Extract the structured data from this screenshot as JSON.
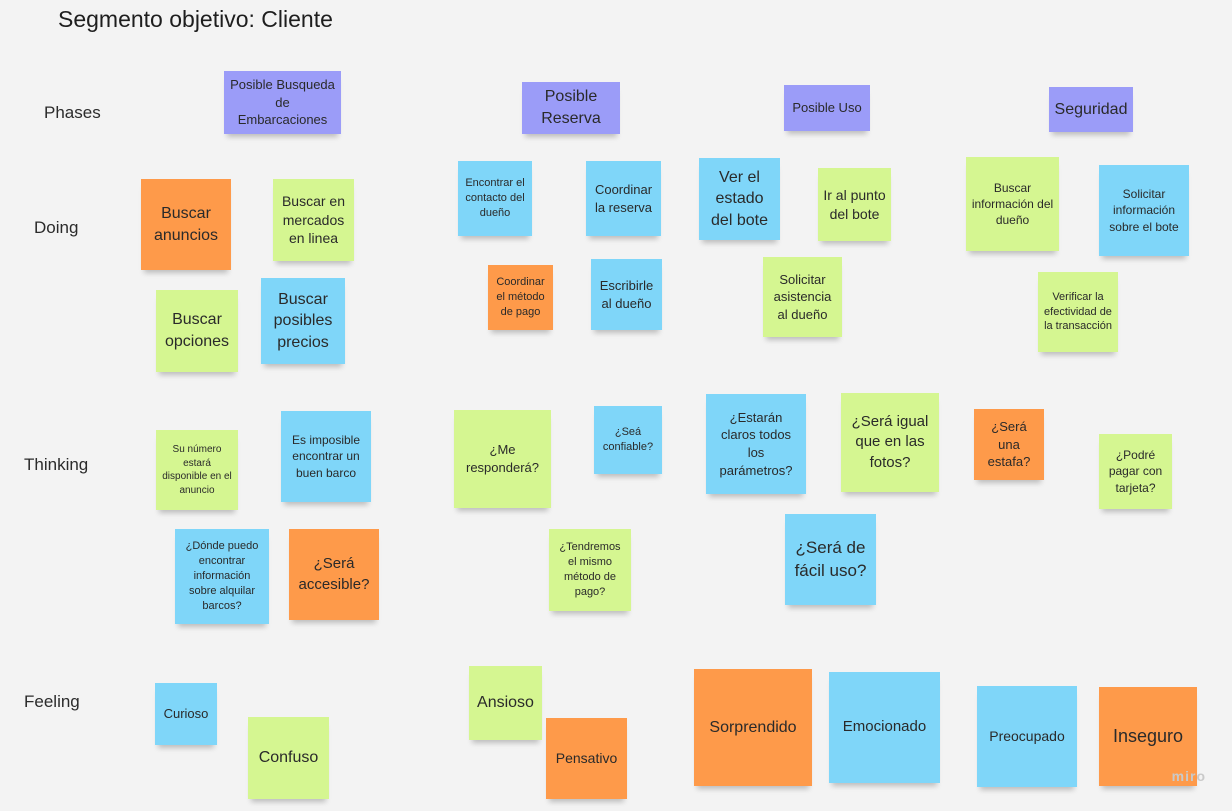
{
  "board": {
    "title": "Segmento objetivo: Cliente"
  },
  "rows": [
    "Phases",
    "Doing",
    "Thinking",
    "Feeling"
  ],
  "colors": {
    "purple": "#9b9cf8",
    "blue": "#7fd6f9",
    "green": "#d5f691",
    "orange": "#fe9a4a"
  },
  "phases": [
    "Posible Busqueda de Embarcaciones",
    "Posible Reserva",
    "Posible Uso",
    "Seguridad"
  ],
  "doing": [
    "Buscar anuncios",
    "Buscar en mercados en linea",
    "Buscar opciones",
    "Buscar posibles precios",
    "Encontrar el contacto del dueño",
    "Coordinar la reserva",
    "Coordinar el método de pago",
    "Escribirle al dueño",
    "Ver el estado del bote",
    "Ir al punto del bote",
    "Solicitar asistencia al dueño",
    "Buscar información del dueño",
    "Solicitar información sobre el bote",
    "Verificar la efectividad de la transacción"
  ],
  "thinking": [
    "Su número estará disponible en el anuncio",
    "Es imposible encontrar un buen barco",
    "¿Dónde puedo encontrar información sobre alquilar barcos?",
    "¿Será accesible?",
    "¿Me responderá?",
    "¿Seá confiable?",
    "¿Tendremos el mismo método de pago?",
    "¿Estarán claros todos los parámetros?",
    "¿Será igual que en las fotos?",
    "¿Será de fácil uso?",
    "¿Será una estafa?",
    "¿Podré pagar con tarjeta?"
  ],
  "feeling": [
    "Curioso",
    "Confuso",
    "Ansioso",
    "Pensativo",
    "Sorprendido",
    "Emocionado",
    "Preocupado",
    "Inseguro"
  ],
  "watermark": "miro"
}
